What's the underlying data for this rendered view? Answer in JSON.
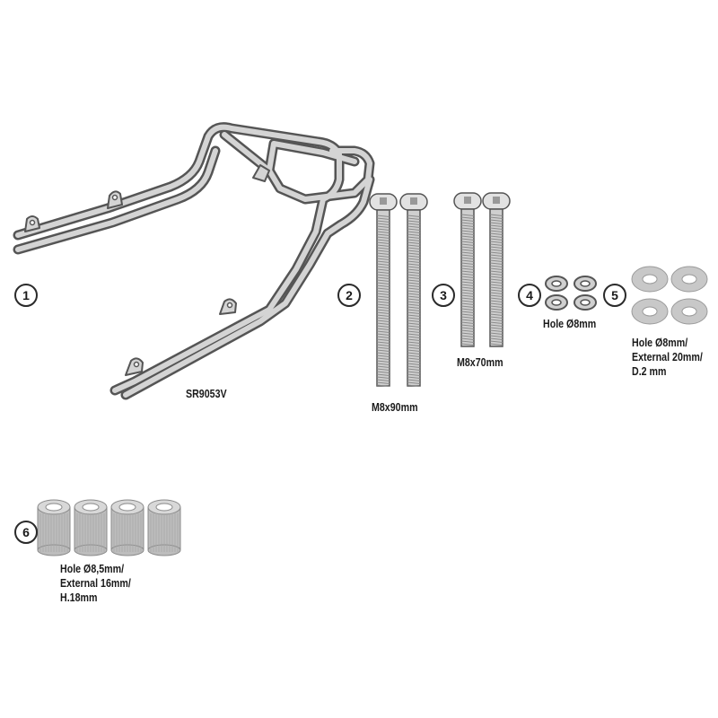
{
  "parts": [
    {
      "number": "1",
      "lines": [
        "SR9053V"
      ]
    },
    {
      "number": "2",
      "lines": [
        "M8x90mm"
      ]
    },
    {
      "number": "3",
      "lines": [
        "M8x70mm"
      ]
    },
    {
      "number": "4",
      "lines": [
        "Hole Ø8mm"
      ]
    },
    {
      "number": "5",
      "lines": [
        "Hole Ø8mm/",
        "External 20mm/",
        "D.2 mm"
      ]
    },
    {
      "number": "6",
      "lines": [
        "Hole Ø8,5mm/",
        "External 16mm/",
        "H.18mm"
      ]
    }
  ],
  "colors": {
    "part_fill": "#cfcfcf",
    "part_stroke": "#555555",
    "text": "#1a1a1a"
  }
}
